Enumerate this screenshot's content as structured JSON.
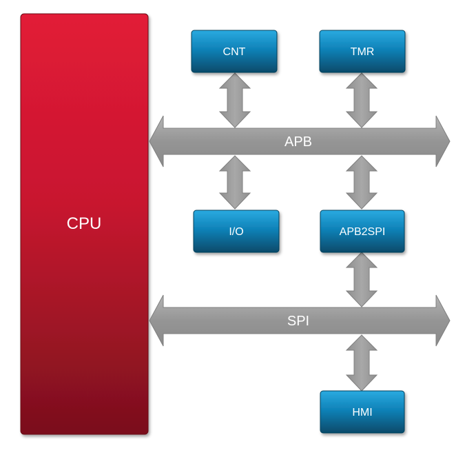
{
  "cpu": {
    "label": "CPU"
  },
  "buses": {
    "apb": {
      "label": "APB"
    },
    "spi": {
      "label": "SPI"
    }
  },
  "blocks": {
    "cnt": {
      "label": "CNT"
    },
    "tmr": {
      "label": "TMR"
    },
    "io": {
      "label": "I/O"
    },
    "apb2spi": {
      "label": "APB2SPI"
    },
    "hmi": {
      "label": "HMI"
    }
  },
  "colors": {
    "cpu_top": "#e21b37",
    "cpu_bottom": "#7a101d",
    "bus_fill": "#9a9a9a",
    "bus_stroke": "#7f7f7f",
    "block_top": "#1e9fd6",
    "block_bottom": "#064a6a"
  }
}
